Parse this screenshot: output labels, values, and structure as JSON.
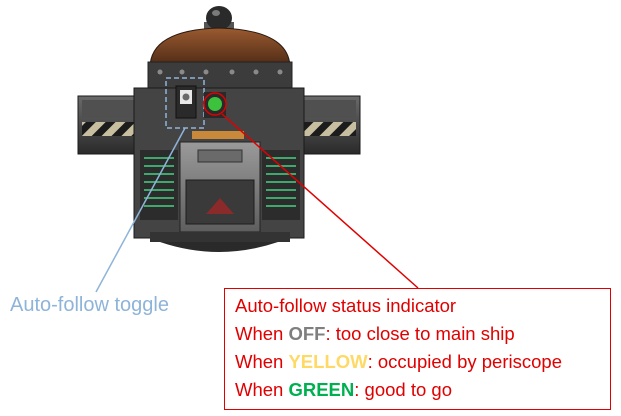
{
  "labels": {
    "toggle": "Auto-follow toggle",
    "indicator_title": "Auto-follow status indicator"
  },
  "states": [
    {
      "prefix": "When ",
      "keyword": "OFF",
      "keyword_color": "#7f7f7f",
      "suffix": ": too close to main ship"
    },
    {
      "prefix": "When ",
      "keyword": "YELLOW",
      "keyword_color": "#ffd966",
      "suffix": ": occupied by periscope"
    },
    {
      "prefix": "When ",
      "keyword": "GREEN",
      "keyword_color": "#00b050",
      "suffix": ": good to go"
    }
  ],
  "colors": {
    "indicator_callout": "#e00000",
    "toggle_callout": "#8eb4d9",
    "indicator_light": "#3cc23c",
    "dome": "#6b3a22",
    "hull": "#3a3a3a"
  },
  "icons": {
    "toggle_switch": "toggle-switch-icon",
    "status_light": "status-light-icon",
    "arrow": "up-arrow-icon"
  }
}
